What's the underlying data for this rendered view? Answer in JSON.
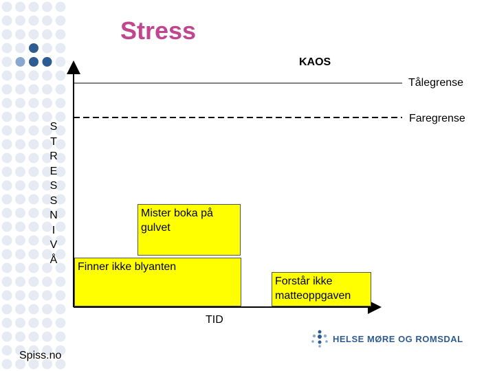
{
  "slide": {
    "title": "Stress",
    "chaos_label": "KAOS",
    "tolerance_label": "Tålegrense",
    "danger_label": "Faregrense",
    "y_axis_label": "S\nT\nR\nE\nS\nS\nN\nI\nV\nÅ",
    "x_axis_label": "TID",
    "events": [
      "Mister boka på gulvet",
      "Finner ikke blyanten",
      "Forstår ikke matteoppgaven"
    ],
    "footer": "Spiss.no",
    "logo_text": "HELSE MØRE OG ROMSDAL"
  },
  "colors": {
    "title": "#c0478f",
    "event_box": "#ffff00",
    "dot_light": "#e6ebf3",
    "dot_dark": "#2e5c92",
    "dot_mid": "#8aa8cf"
  }
}
